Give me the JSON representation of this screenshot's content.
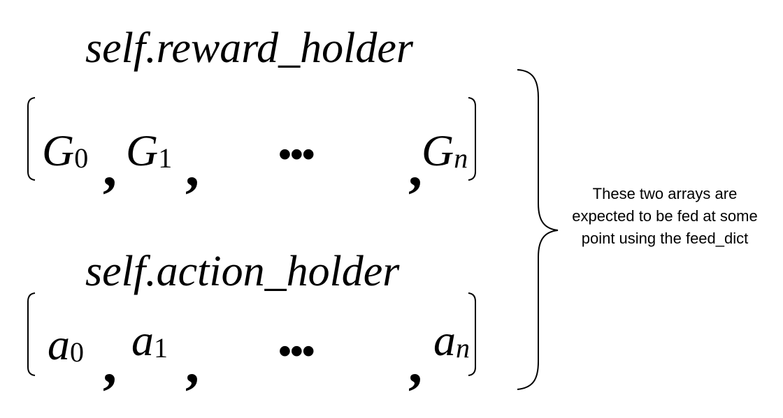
{
  "reward": {
    "title": "self.reward_holder",
    "items": [
      {
        "base": "G",
        "sub": "0"
      },
      {
        "base": "G",
        "sub": "1"
      },
      {
        "base": "G",
        "sub": "n"
      }
    ],
    "ellipsis": "•••",
    "separator": ","
  },
  "action": {
    "title": "self.action_holder",
    "items": [
      {
        "base": "a",
        "sub": "0"
      },
      {
        "base": "a",
        "sub": "1"
      },
      {
        "base": "a",
        "sub": "n"
      }
    ],
    "ellipsis": "•••",
    "separator": ","
  },
  "note": "These two arrays are expected to be fed at some point using the feed_dict"
}
